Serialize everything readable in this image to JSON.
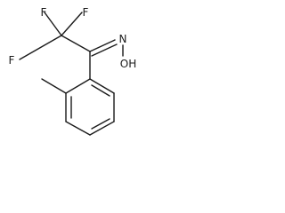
{
  "molecule": {
    "atoms": {
      "f_top": "F",
      "f_left": "F",
      "f_right": "F",
      "n": "N",
      "oh": "OH"
    }
  }
}
